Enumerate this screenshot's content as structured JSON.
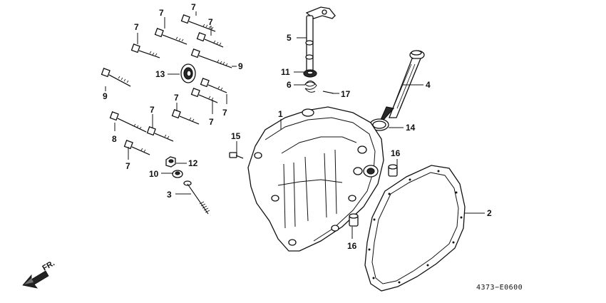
{
  "callouts": [
    {
      "id": "c1",
      "text": "1"
    },
    {
      "id": "c2",
      "text": "2"
    },
    {
      "id": "c3",
      "text": "3"
    },
    {
      "id": "c4",
      "text": "4"
    },
    {
      "id": "c5",
      "text": "5"
    },
    {
      "id": "c6",
      "text": "6"
    },
    {
      "id": "c7a",
      "text": "7"
    },
    {
      "id": "c7b",
      "text": "7"
    },
    {
      "id": "c7c",
      "text": "7"
    },
    {
      "id": "c7d",
      "text": "7"
    },
    {
      "id": "c7e",
      "text": "7"
    },
    {
      "id": "c7f",
      "text": "7"
    },
    {
      "id": "c7g",
      "text": "7"
    },
    {
      "id": "c7h",
      "text": "7"
    },
    {
      "id": "c7i",
      "text": "7"
    },
    {
      "id": "c8",
      "text": "8"
    },
    {
      "id": "c9a",
      "text": "9"
    },
    {
      "id": "c9b",
      "text": "9"
    },
    {
      "id": "c10",
      "text": "10"
    },
    {
      "id": "c11",
      "text": "11"
    },
    {
      "id": "c12",
      "text": "12"
    },
    {
      "id": "c13",
      "text": "13"
    },
    {
      "id": "c14",
      "text": "14"
    },
    {
      "id": "c15",
      "text": "15"
    },
    {
      "id": "c16a",
      "text": "16"
    },
    {
      "id": "c16b",
      "text": "16"
    },
    {
      "id": "c17",
      "text": "17"
    }
  ],
  "direction_label": "FR.",
  "diagram_code": "4373−E0600"
}
